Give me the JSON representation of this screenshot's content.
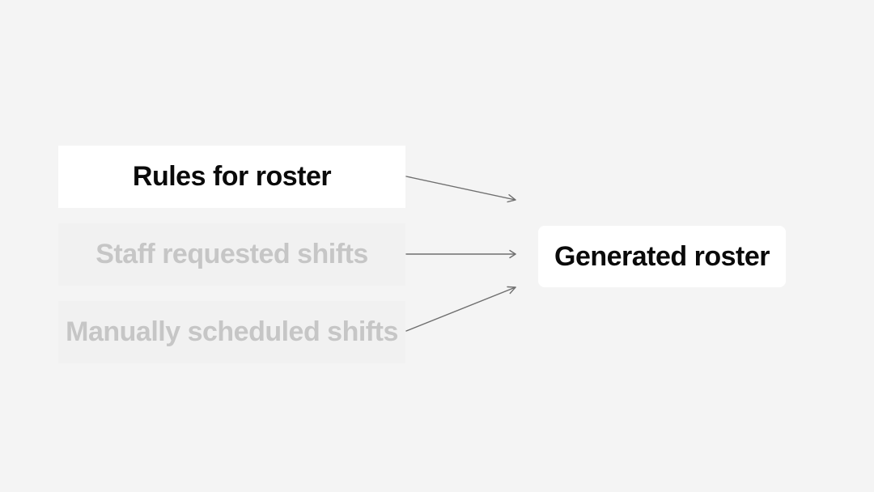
{
  "inputs": [
    {
      "label": "Rules for roster",
      "state": "active"
    },
    {
      "label": "Staff requested shifts",
      "state": "faded"
    },
    {
      "label": "Manually scheduled shifts",
      "state": "faded"
    }
  ],
  "output": {
    "label": "Generated roster"
  },
  "colors": {
    "background": "#f4f4f4",
    "active_text": "#0a0a0a",
    "faded_text": "#c6c6c6",
    "arrow": "#6f6f6f"
  }
}
